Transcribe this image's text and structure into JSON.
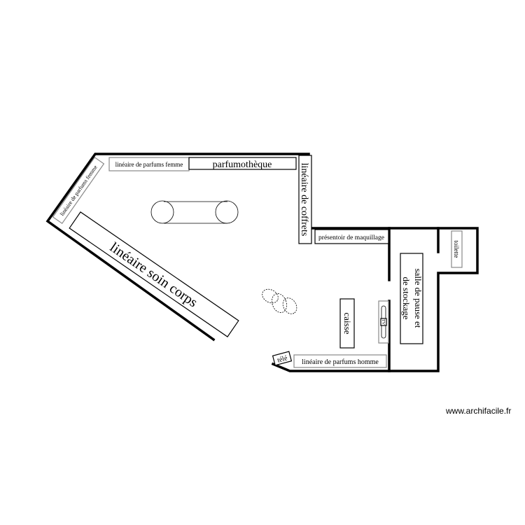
{
  "labels": {
    "lineaire_femme_top": "linéaire de parfums femme",
    "lineaire_femme_diag": "linéaire de parfums femme",
    "parfumotheque": "parfumothèque",
    "coffrets": "linéaire de coffrets",
    "presentoir": "présentoir de maquillage",
    "toilette": "toilette",
    "salle_line1": "salle de pause et",
    "salle_line2": "de stockage",
    "caisse": "caisse",
    "tv": "TV",
    "tele": "télé",
    "lineaire_homme": "linéaire de parfums homme",
    "soin_corps": "linéaire soin corps"
  },
  "watermark": "www.archifacile.fr"
}
